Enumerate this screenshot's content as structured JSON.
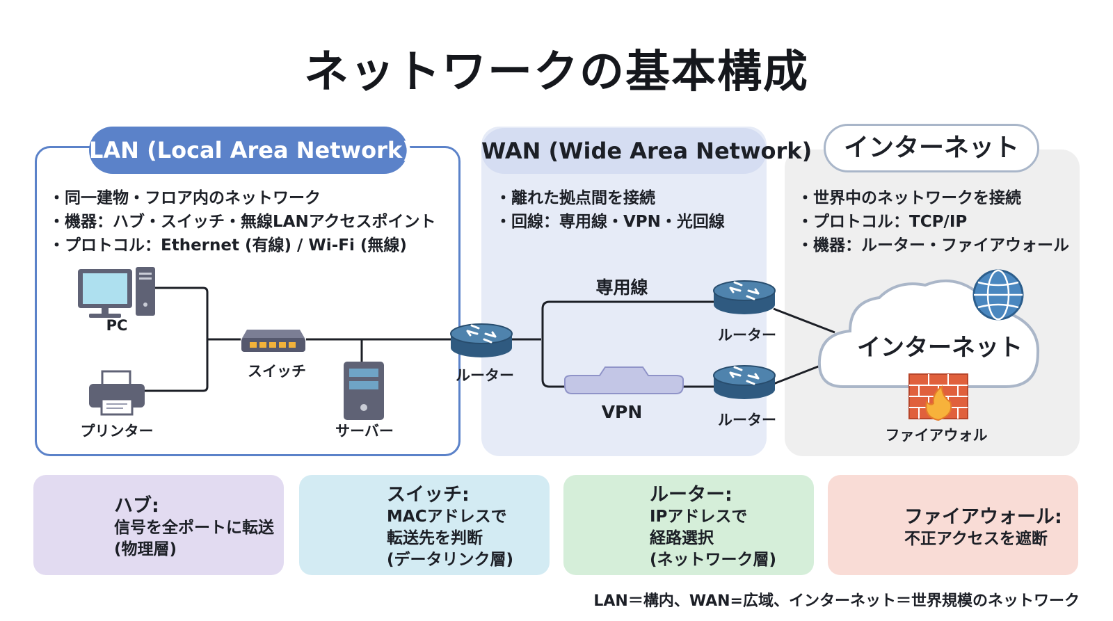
{
  "title": "ネットワークの基本構成",
  "lan": {
    "heading": "LAN (Local Area Network)",
    "bullets": [
      "同一建物・フロア内のネットワーク",
      "機器：ハブ・スイッチ・無線LANアクセスポイント",
      "プロトコル：Ethernet (有線) / Wi-Fi (無線)"
    ],
    "labels": {
      "pc": "PC",
      "printer": "プリンター",
      "switch": "スイッチ",
      "server": "サーバー"
    }
  },
  "wan": {
    "heading": "WAN (Wide Area Network)",
    "bullets": [
      "離れた拠点間を接続",
      "回線：専用線・VPN・光回線"
    ],
    "labels": {
      "router_main": "ルーター",
      "leased_line": "専用線",
      "vpn": "VPN",
      "router_top": "ルーター",
      "router_bottom": "ルーター"
    }
  },
  "internet": {
    "heading": "インターネット",
    "bullets": [
      "世界中のネットワークを接続",
      "プロトコル：TCP/IP",
      "機器：ルーター・ファイアウォール"
    ],
    "cloud_label": "インターネット",
    "firewall_label": "ファイアウォル"
  },
  "cards": {
    "hub": {
      "title": "ハブ:",
      "desc": [
        "信号を全ポートに転送",
        "(物理層)"
      ]
    },
    "switch": {
      "title": "スイッチ:",
      "desc": [
        "MACアドレスで",
        "転送先を判断",
        "(データリンク層)"
      ]
    },
    "router": {
      "title": "ルーター:",
      "desc": [
        "IPアドレスで",
        "経路選択",
        "(ネットワーク層)"
      ]
    },
    "firewall": {
      "title": "ファイアウォール:",
      "desc": [
        "不正アクセスを遮断"
      ]
    }
  },
  "footer": "LAN＝構内、WAN=広域、インターネット＝世界規模のネットワーク",
  "colors": {
    "lan_accent": "#5b82c9",
    "wan_background": "#e6ebf7",
    "internet_background": "#efefef",
    "router_blue": "#3e6f9a",
    "device_gray": "#5f6275",
    "firewall_red": "#e0603c",
    "hub_card": "#e2dbf1",
    "switch_card": "#d3ebf3",
    "router_card": "#d5eed9",
    "firewall_card": "#f9dcd6"
  }
}
